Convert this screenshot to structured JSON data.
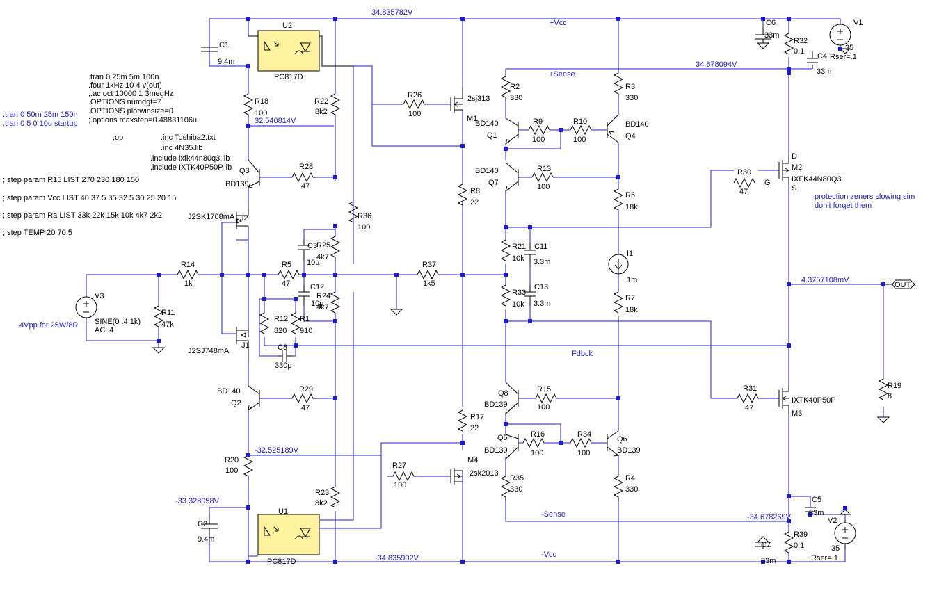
{
  "directives": {
    "tran_alt1": ".tran 0 50m 25m 150n",
    "tran_alt2": ".tran 0 5 0 10u startup",
    "tran_main": ".tran 0 25m 5m 100n",
    "four": ".four 1kHz 10 4 v(out)",
    "ac": ";.ac oct 10000 1 3megHz",
    "numdgt": ".OPTIONS numdgt=7",
    "plotwinsize": ".OPTIONS plotwinsize=0",
    "maxstep": ";.options maxstep=0.48831106u",
    "op": ";op",
    "inc_toshiba": ".inc Toshiba2.txt",
    "inc_4n35": ".inc 4N35.lib",
    "include_ixfk": ".include ixfk44n80q3.lib",
    "include_ixtk": ".include IXTK40P50P.lib",
    "step_r15": ";.step param R15 LIST 270 230 180 150",
    "step_vcc": ";.step param Vcc LIST 40 37.5 35 32.5 30 25 20 15",
    "step_ra": ";.step param Ra LIST 33k 22k 15k 10k 4k7 2k2",
    "step_temp": ";.step TEMP 20 70 5",
    "note_4vpp": "4Vpp for 25W/8R",
    "note_zeners_1": "protection zeners slowing sim",
    "note_zeners_2": "don't forget them"
  },
  "net_labels": {
    "vcc_top": "34.835782V",
    "vcc_name": "+Vcc",
    "sense_top": "34.678094V",
    "sense_name": "+Sense",
    "v_r18": "32.540814V",
    "out_mv": "4.3757108mV",
    "fdbck": "Fdbck",
    "v_neg_r20": "-32.525189V",
    "v_neg_c2": "-33.328058V",
    "sense_neg_name": "-Sense",
    "sense_neg": "-34.678269V",
    "vcc_neg_name": "-Vcc",
    "vcc_neg": "-34.835902V",
    "out_port": "OUT"
  },
  "components": {
    "C1": {
      "name": "C1",
      "value": "9.4m"
    },
    "U2": {
      "name": "U2",
      "value": "PC817D"
    },
    "C6": {
      "name": "C6",
      "value": "33m"
    },
    "V1": {
      "name": "V1",
      "value": "35",
      "extra": "Rser=.1"
    },
    "R32": {
      "name": "R32",
      "value": "0.1"
    },
    "C4": {
      "name": "C4",
      "value": "33m"
    },
    "R18": {
      "name": "R18",
      "value": "100"
    },
    "R22": {
      "name": "R22",
      "value": "8k2"
    },
    "R26": {
      "name": "R26",
      "value": "100"
    },
    "M1": {
      "name": "M1",
      "value": "2sj313"
    },
    "R2": {
      "name": "R2",
      "value": "330"
    },
    "R3": {
      "name": "R3",
      "value": "330"
    },
    "Q1": {
      "name": "Q1",
      "value": "BD140"
    },
    "R9": {
      "name": "R9",
      "value": "100"
    },
    "R10": {
      "name": "R10",
      "value": "100"
    },
    "Q4": {
      "name": "Q4",
      "value": "BD140"
    },
    "Q3": {
      "name": "Q3",
      "value": "BD139"
    },
    "R28": {
      "name": "R28",
      "value": "47"
    },
    "Q7": {
      "name": "Q7",
      "value": "BD140"
    },
    "R13": {
      "name": "R13",
      "value": "100"
    },
    "M2": {
      "name": "M2",
      "value": "IXFK44N80Q3",
      "d": "D",
      "g": "G",
      "s": "S"
    },
    "R30": {
      "name": "R30",
      "value": "47"
    },
    "R8": {
      "name": "R8",
      "value": "22"
    },
    "R6": {
      "name": "R6",
      "value": "18k"
    },
    "J2": {
      "name": "J2",
      "value": "J2SK1708mA"
    },
    "R36": {
      "name": "R36",
      "value": "100"
    },
    "C3": {
      "name": "C3",
      "value": "10µ"
    },
    "R25": {
      "name": "R25",
      "value": "4k7"
    },
    "R21": {
      "name": "R21",
      "value": "10k"
    },
    "C11": {
      "name": "C11",
      "value": "3.3m"
    },
    "I1": {
      "name": "I1",
      "value": "1m"
    },
    "V3": {
      "name": "V3",
      "value": "SINE(0 .4 1k)",
      "extra": "AC .4"
    },
    "R14": {
      "name": "R14",
      "value": "1k"
    },
    "R11": {
      "name": "R11",
      "value": "47k"
    },
    "R5": {
      "name": "R5",
      "value": "47"
    },
    "C12": {
      "name": "C12",
      "value": "10µ"
    },
    "R24": {
      "name": "R24",
      "value": "4k7"
    },
    "R37": {
      "name": "R37",
      "value": "1k5"
    },
    "R33": {
      "name": "R33",
      "value": "10k"
    },
    "C13": {
      "name": "C13",
      "value": "3.3m"
    },
    "R7": {
      "name": "R7",
      "value": "18k"
    },
    "R12": {
      "name": "R12",
      "value": "820"
    },
    "R1": {
      "name": "R1",
      "value": "910"
    },
    "C8": {
      "name": "C8",
      "value": "330p"
    },
    "J1": {
      "name": "J1",
      "value": "J2SJ748mA"
    },
    "R19": {
      "name": "R19",
      "value": "8"
    },
    "Q2": {
      "name": "Q2",
      "value": "BD140"
    },
    "R29": {
      "name": "R29",
      "value": "47"
    },
    "Q8": {
      "name": "Q8",
      "value": "BD139"
    },
    "R15": {
      "name": "R15",
      "value": "100"
    },
    "R31": {
      "name": "R31",
      "value": "47"
    },
    "M3": {
      "name": "M3",
      "value": "IXTK40P50P"
    },
    "R17": {
      "name": "R17",
      "value": "22"
    },
    "Q5": {
      "name": "Q5",
      "value": "BD139"
    },
    "R16": {
      "name": "R16",
      "value": "100"
    },
    "R34": {
      "name": "R34",
      "value": "100"
    },
    "Q6": {
      "name": "Q6",
      "value": "BD139"
    },
    "R20": {
      "name": "R20",
      "value": "100"
    },
    "R27": {
      "name": "R27",
      "value": "100"
    },
    "M4": {
      "name": "M4",
      "value": "2sk2013"
    },
    "R35": {
      "name": "R35",
      "value": "330"
    },
    "R4": {
      "name": "R4",
      "value": "330"
    },
    "R23": {
      "name": "R23",
      "value": "8k2"
    },
    "C5": {
      "name": "C5",
      "value": "33m"
    },
    "C2": {
      "name": "C2",
      "value": "9.4m"
    },
    "U1": {
      "name": "U1",
      "value": "PC817D"
    },
    "V2": {
      "name": "V2",
      "value": "35",
      "extra": "Rser=.1"
    },
    "R39": {
      "name": "R39",
      "value": "0.1"
    },
    "C7": {
      "name": "C7",
      "value": "33m"
    }
  },
  "colors": {
    "wire": "#1c1cc8",
    "symbol": "#000000",
    "opto_fill": "#fff3a0",
    "background": "#ffffff"
  }
}
